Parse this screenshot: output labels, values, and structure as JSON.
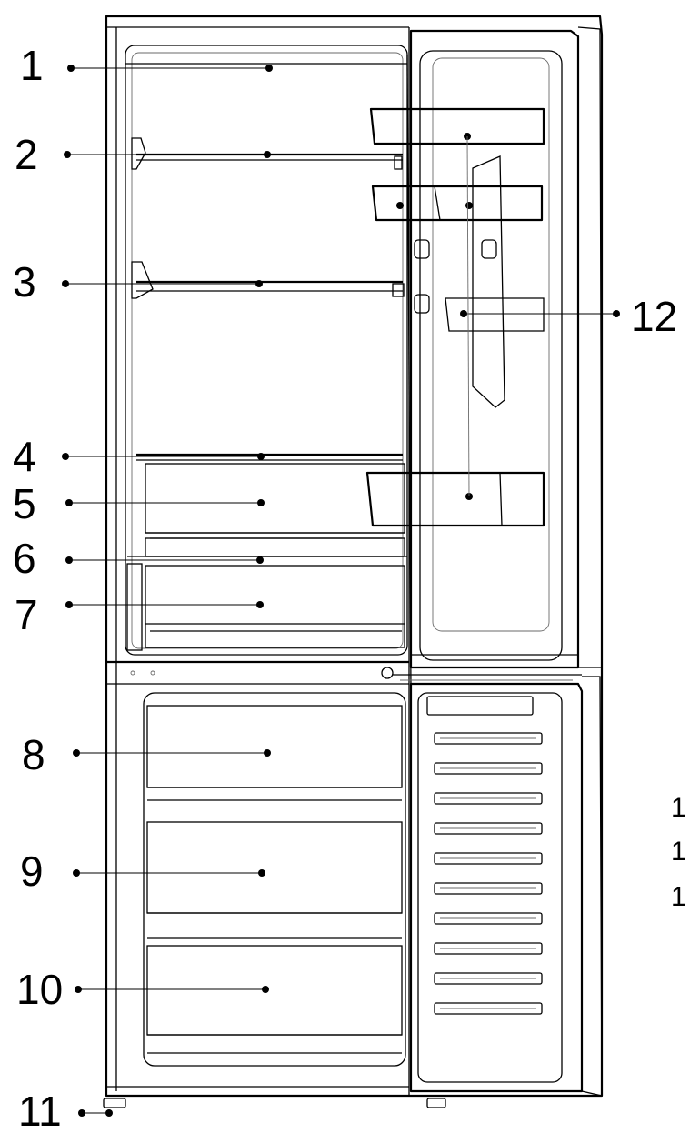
{
  "diagram": {
    "callouts": [
      {
        "id": "1",
        "label": "1"
      },
      {
        "id": "2",
        "label": "2"
      },
      {
        "id": "3",
        "label": "3"
      },
      {
        "id": "4",
        "label": "4"
      },
      {
        "id": "5",
        "label": "5"
      },
      {
        "id": "6",
        "label": "6"
      },
      {
        "id": "7",
        "label": "7"
      },
      {
        "id": "8",
        "label": "8"
      },
      {
        "id": "9",
        "label": "9"
      },
      {
        "id": "10",
        "label": "10"
      },
      {
        "id": "11",
        "label": "11"
      },
      {
        "id": "12",
        "label": "12"
      }
    ],
    "margin_stubs": [
      "1",
      "1",
      "1"
    ]
  }
}
